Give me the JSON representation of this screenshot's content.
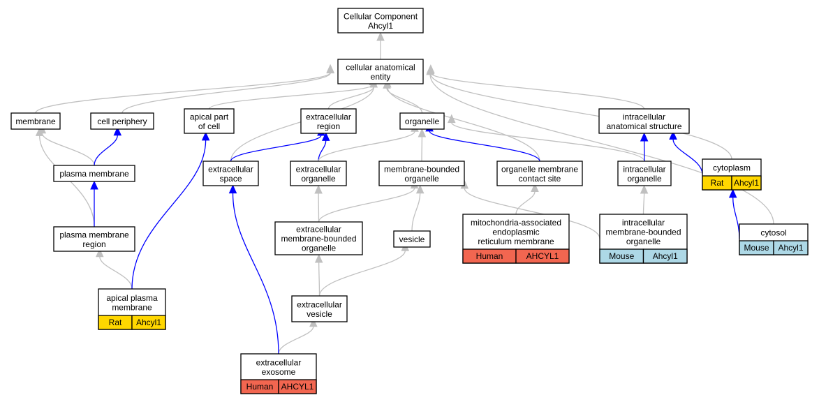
{
  "colors": {
    "is_a_edge": "#c0c0c0",
    "part_of_edge": "#0000ff",
    "human_species": "#f26650",
    "rat_species": "#ffd700",
    "mouse_species": "#add8e6"
  },
  "nodes": [
    {
      "id": "root",
      "lines": [
        "Cellular Component",
        "Ahcyl1"
      ]
    },
    {
      "id": "cae",
      "lines": [
        "cellular anatomical",
        "entity"
      ]
    },
    {
      "id": "membrane",
      "lines": [
        "membrane"
      ]
    },
    {
      "id": "cellperiph",
      "lines": [
        "cell periphery"
      ]
    },
    {
      "id": "apicalpart",
      "lines": [
        "apical part",
        "of cell"
      ]
    },
    {
      "id": "exregion",
      "lines": [
        "extracellular",
        "region"
      ]
    },
    {
      "id": "organelle",
      "lines": [
        "organelle"
      ]
    },
    {
      "id": "intraanat",
      "lines": [
        "intracellular",
        "anatomical structure"
      ]
    },
    {
      "id": "plasmamem",
      "lines": [
        "plasma membrane"
      ]
    },
    {
      "id": "exspace",
      "lines": [
        "extracellular",
        "space"
      ]
    },
    {
      "id": "exorganelle",
      "lines": [
        "extracellular",
        "organelle"
      ]
    },
    {
      "id": "mbo",
      "lines": [
        "membrane-bounded",
        "organelle"
      ]
    },
    {
      "id": "omcs",
      "lines": [
        "organelle membrane",
        "contact site"
      ]
    },
    {
      "id": "intraorg",
      "lines": [
        "intracellular",
        "organelle"
      ]
    },
    {
      "id": "cytoplasm",
      "lines": [
        "cytoplasm"
      ],
      "species": "Rat",
      "gene": "Ahcyl1"
    },
    {
      "id": "pmregion",
      "lines": [
        "plasma membrane",
        "region"
      ]
    },
    {
      "id": "exmbo",
      "lines": [
        "extracellular",
        "membrane-bounded",
        "organelle"
      ]
    },
    {
      "id": "vesicle",
      "lines": [
        "vesicle"
      ]
    },
    {
      "id": "mam",
      "lines": [
        "mitochondria-associated",
        "endoplasmic",
        "reticulum membrane"
      ],
      "species": "Human",
      "gene": "AHCYL1"
    },
    {
      "id": "imbo",
      "lines": [
        "intracellular",
        "membrane-bounded",
        "organelle"
      ],
      "species": "Mouse",
      "gene": "Ahcyl1"
    },
    {
      "id": "cytosol",
      "lines": [
        "cytosol"
      ],
      "species": "Mouse",
      "gene": "Ahcyl1"
    },
    {
      "id": "apicalpm",
      "lines": [
        "apical plasma",
        "membrane"
      ],
      "species": "Rat",
      "gene": "Ahcyl1"
    },
    {
      "id": "exvesicle",
      "lines": [
        "extracellular",
        "vesicle"
      ]
    },
    {
      "id": "exosome",
      "lines": [
        "extracellular",
        "exosome"
      ],
      "species": "Human",
      "gene": "AHCYL1"
    }
  ],
  "edges": [
    {
      "from": "cae",
      "to": "root",
      "kind": "is_a"
    },
    {
      "from": "membrane",
      "to": "cae",
      "kind": "is_a"
    },
    {
      "from": "cellperiph",
      "to": "cae",
      "kind": "is_a"
    },
    {
      "from": "apicalpart",
      "to": "cae",
      "kind": "is_a"
    },
    {
      "from": "exregion",
      "to": "cae",
      "kind": "is_a"
    },
    {
      "from": "organelle",
      "to": "cae",
      "kind": "is_a"
    },
    {
      "from": "intraanat",
      "to": "cae",
      "kind": "is_a"
    },
    {
      "from": "exspace",
      "to": "cae",
      "kind": "is_a"
    },
    {
      "from": "omcs",
      "to": "cae",
      "kind": "is_a"
    },
    {
      "from": "cytoplasm",
      "to": "cae",
      "kind": "is_a"
    },
    {
      "from": "cytosol",
      "to": "cae",
      "kind": "is_a"
    },
    {
      "from": "plasmamem",
      "to": "membrane",
      "kind": "is_a"
    },
    {
      "from": "plasmamem",
      "to": "cellperiph",
      "kind": "part_of"
    },
    {
      "from": "pmregion",
      "to": "membrane",
      "kind": "is_a"
    },
    {
      "from": "pmregion",
      "to": "plasmamem",
      "kind": "part_of"
    },
    {
      "from": "apicalpm",
      "to": "pmregion",
      "kind": "is_a"
    },
    {
      "from": "apicalpm",
      "to": "apicalpart",
      "kind": "part_of"
    },
    {
      "from": "exspace",
      "to": "exregion",
      "kind": "part_of"
    },
    {
      "from": "exorganelle",
      "to": "exregion",
      "kind": "part_of"
    },
    {
      "from": "exorganelle",
      "to": "organelle",
      "kind": "is_a"
    },
    {
      "from": "mbo",
      "to": "organelle",
      "kind": "is_a"
    },
    {
      "from": "omcs",
      "to": "organelle",
      "kind": "part_of"
    },
    {
      "from": "intraorg",
      "to": "organelle",
      "kind": "is_a"
    },
    {
      "from": "intraorg",
      "to": "intraanat",
      "kind": "part_of"
    },
    {
      "from": "cytoplasm",
      "to": "intraanat",
      "kind": "part_of"
    },
    {
      "from": "exmbo",
      "to": "exorganelle",
      "kind": "is_a"
    },
    {
      "from": "exmbo",
      "to": "mbo",
      "kind": "is_a"
    },
    {
      "from": "vesicle",
      "to": "mbo",
      "kind": "is_a"
    },
    {
      "from": "mam",
      "to": "omcs",
      "kind": "is_a"
    },
    {
      "from": "imbo",
      "to": "mbo",
      "kind": "is_a"
    },
    {
      "from": "imbo",
      "to": "intraorg",
      "kind": "is_a"
    },
    {
      "from": "cytosol",
      "to": "cytoplasm",
      "kind": "part_of"
    },
    {
      "from": "exvesicle",
      "to": "exmbo",
      "kind": "is_a"
    },
    {
      "from": "exvesicle",
      "to": "vesicle",
      "kind": "is_a"
    },
    {
      "from": "exosome",
      "to": "exvesicle",
      "kind": "is_a"
    },
    {
      "from": "exosome",
      "to": "exspace",
      "kind": "part_of"
    }
  ]
}
